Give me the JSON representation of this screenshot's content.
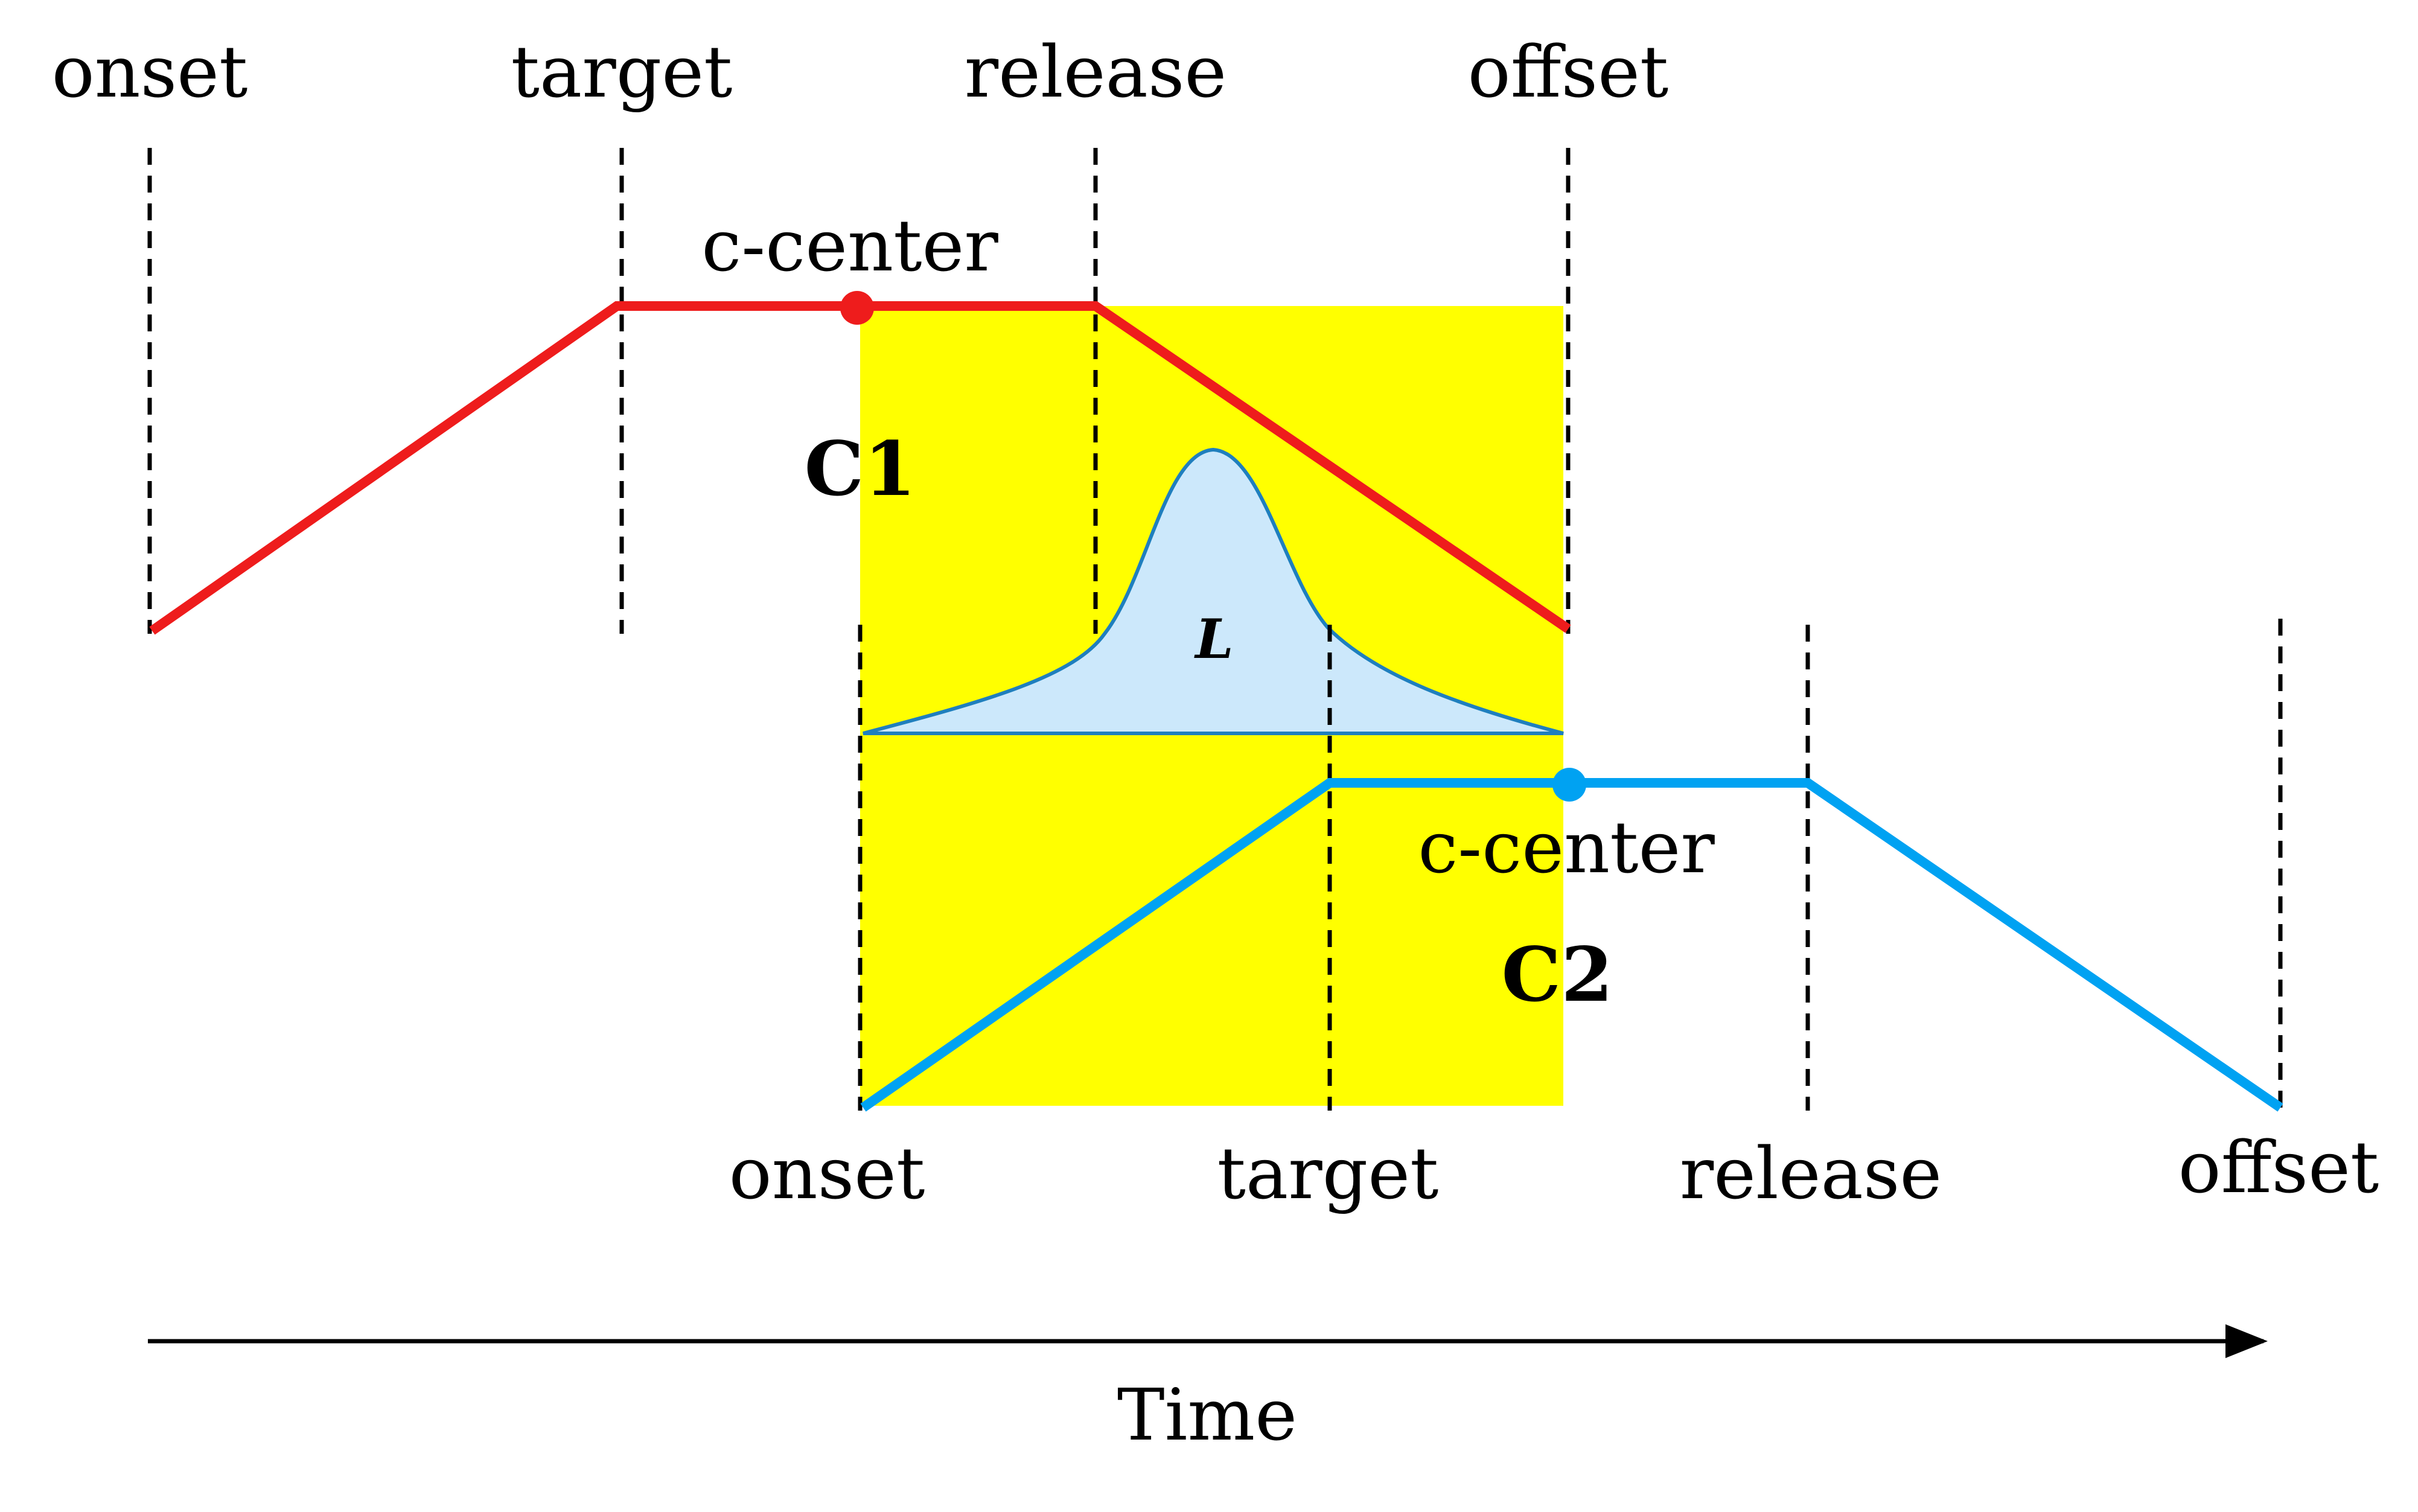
{
  "colors": {
    "c1_line": "#ee1c1c",
    "c2_line": "#00a2f2",
    "overlap_region": "#ffff00",
    "lag_curve_fill": "#cce8fb",
    "lag_curve_stroke": "#1f7fbe",
    "axis": "#000000"
  },
  "gestures": {
    "c1": {
      "label": "C1",
      "landmarks": [
        "onset",
        "target",
        "release",
        "offset"
      ],
      "center_label": "c-center"
    },
    "c2": {
      "label": "C2",
      "landmarks": [
        "onset",
        "target",
        "release",
        "offset"
      ],
      "center_label": "c-center"
    }
  },
  "lag": {
    "label": "L"
  },
  "axis": {
    "label": "Time"
  }
}
